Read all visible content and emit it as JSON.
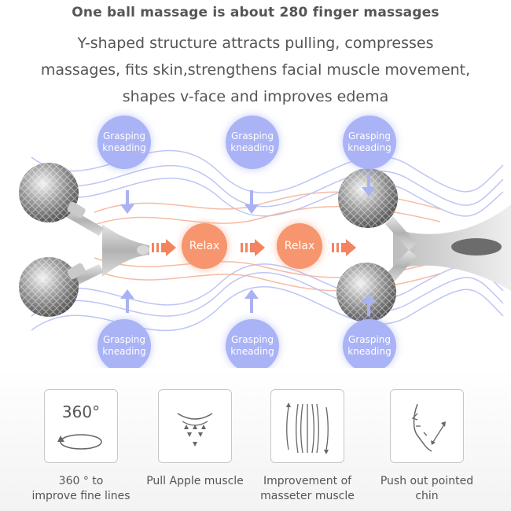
{
  "heading": {
    "title": "One ball massage is about 280 finger massages",
    "description_lines": [
      "Y-shaped structure attracts pulling, compresses",
      "massages, fits skin,strengthens facial muscle movement,",
      "shapes v-face and improves edema"
    ]
  },
  "diagram": {
    "grasp_line1": "Grasping",
    "grasp_line2": "kneading",
    "relax_label": "Relax",
    "colors": {
      "grasp": "#aab3f6",
      "relax": "#f6956e",
      "arrow": "#f3845f"
    }
  },
  "features": [
    {
      "icon": "360-rotate-icon",
      "icon_text": "360°",
      "label_lines": [
        "360 ° to",
        "improve fine lines"
      ]
    },
    {
      "icon": "lift-arrows-icon",
      "label_lines": [
        "Pull Apple muscle"
      ]
    },
    {
      "icon": "vertical-lines-icon",
      "label_lines": [
        "Improvement of",
        "masseter muscle"
      ]
    },
    {
      "icon": "face-chin-icon",
      "label_lines": [
        "Push out pointed chin"
      ]
    }
  ]
}
